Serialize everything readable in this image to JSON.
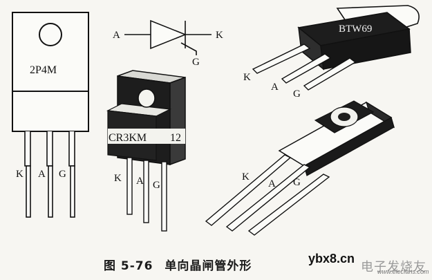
{
  "devices": {
    "left": {
      "model": "2P4M",
      "pins": [
        "K",
        "A",
        "G"
      ]
    },
    "middle": {
      "model": "CR3KM",
      "suffix": "12",
      "pins": [
        "K",
        "A",
        "G"
      ]
    },
    "top_right": {
      "model": "BTW69",
      "pins": [
        "K",
        "A",
        "G"
      ]
    },
    "bottom_right": {
      "pins": [
        "K",
        "A",
        "G"
      ]
    }
  },
  "symbol": {
    "anode": "A",
    "cathode": "K",
    "gate": "G"
  },
  "caption": {
    "figure_no": "图 5-76",
    "title": "单向晶闸管外形"
  },
  "watermark": {
    "site": "ybx8.cn",
    "brand": "电子发烧友",
    "url": "www.elecfans.com"
  },
  "colors": {
    "ink": "#111111",
    "body_shade": "#1d1d1d",
    "paper": "#f7f6f2"
  }
}
